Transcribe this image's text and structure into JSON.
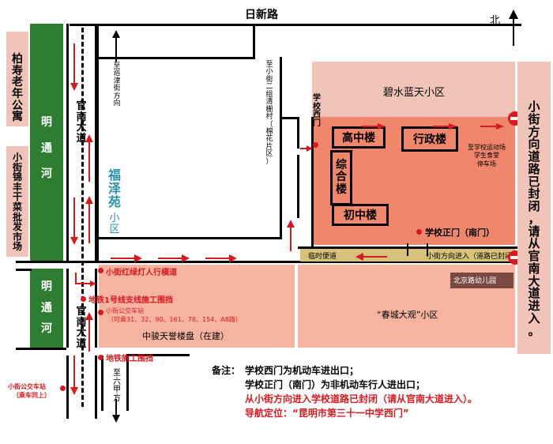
{
  "roads": {
    "top_road": "日新路",
    "left_road": [
      "官",
      "南",
      "大",
      "道"
    ],
    "left_road_south": [
      "官",
      "南",
      "大",
      "道"
    ]
  },
  "compass": {
    "north": "北"
  },
  "left_labels": {
    "park": [
      "柏",
      "寿",
      "老",
      "年",
      "公",
      "寓"
    ],
    "market": [
      "小",
      "街",
      "锦",
      "丰",
      "干",
      "菜",
      "批",
      "发",
      "市",
      "场"
    ],
    "river_top": [
      "明",
      "通",
      "河"
    ],
    "river_bottom": [
      "明",
      "通",
      "河"
    ]
  },
  "directions": {
    "to_xunjin": [
      "至",
      "巡",
      "津",
      "街",
      "方",
      "向"
    ],
    "to_mianhua": [
      "至",
      "小",
      "街",
      "二",
      "组",
      "清",
      "栅",
      "村",
      "（",
      "棉",
      "花",
      "片",
      "区",
      "）"
    ],
    "to_liujia": [
      "至",
      "六",
      "甲",
      "方",
      "向"
    ]
  },
  "places": {
    "fuzeyuan": [
      "福",
      "泽",
      "苑"
    ],
    "fuzeyuan_sub": [
      "小",
      "区"
    ],
    "bishui": "碧水蓝天小区",
    "gaozhong": "高中楼",
    "xingzheng": "行政楼",
    "zonghe": [
      "综",
      "合",
      "楼"
    ],
    "chuzhong": "初中楼",
    "sport_info": [
      "至学校运动场",
      "学生食堂",
      "停车场"
    ],
    "west_gate": [
      "学",
      "校",
      "西",
      "门"
    ],
    "south_gate": "学校正门（南门）",
    "temp_road": "临时便道",
    "xiaojie_entry": "小街方向进入（道路已封闭）",
    "kindergarten": "北京路幼儿园",
    "chuncheng": "“春城大观”小区",
    "zhongjun": "中骏天誉楼盘（在建）"
  },
  "markers": {
    "crosswalk": "小街红绿灯人行横道",
    "metro1": "地铁1号线支线施工围挡",
    "busstop": "小街公交车站",
    "bus_lines": "（可乘31、32、90、161、78、154、A8路）",
    "metro2": "地铁施工围挡",
    "busstop_left": "小街公交车站",
    "busstop_left_sub": "（乘车同上）"
  },
  "right_notice": [
    "小",
    "街",
    "方",
    "向",
    "道",
    "路",
    "已",
    "封",
    "闭",
    "，",
    "请",
    "从",
    "官",
    "南",
    "大",
    "道",
    "进",
    "入",
    "。"
  ],
  "notes": {
    "prefix": "备注：",
    "line1": "学校西门为机动车进出口；",
    "line2": "学校正门（南门）为非机动车行人进出口；",
    "line3": "从小街方向进入学校道路已封闭（请从官南大道进入）。",
    "line4": "导航定位：“昆明市第三十一中学西门”"
  },
  "colors": {
    "green": "#2e7d32",
    "red": "#d71920",
    "salmon": "#f0876c",
    "pink": "#f1c4ba"
  }
}
